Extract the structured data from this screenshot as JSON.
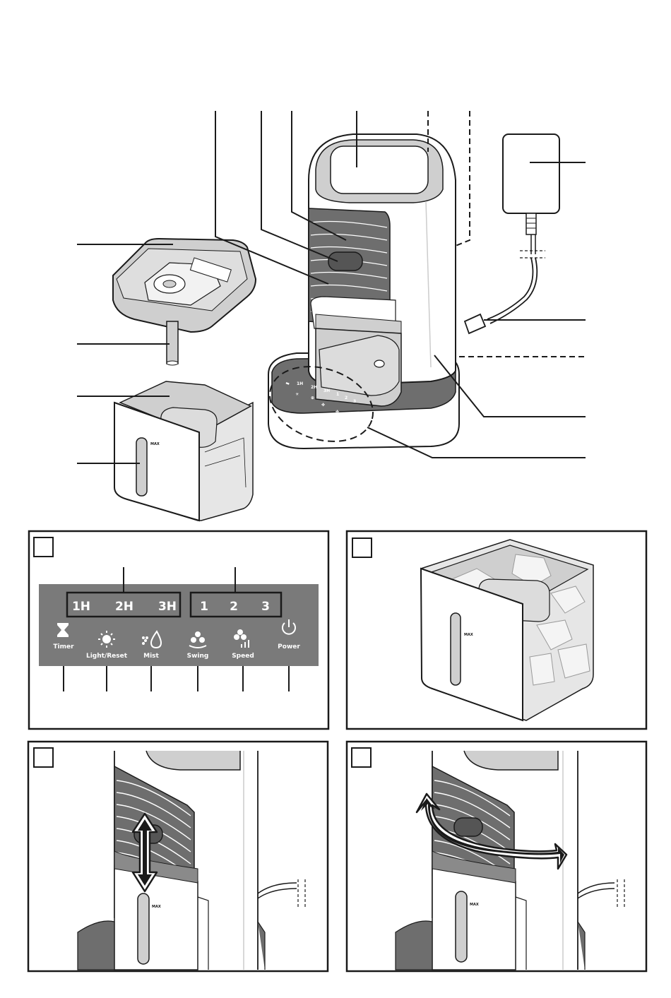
{
  "panel_b": {
    "timer_options": [
      "1H",
      "2H",
      "3H"
    ],
    "speed_options": [
      "1",
      "2",
      "3"
    ],
    "buttons": [
      {
        "label": "Timer",
        "icon": "hourglass-icon"
      },
      {
        "label": "Light/Reset",
        "icon": "sun-icon"
      },
      {
        "label": "Mist",
        "icon": "mist-drop-icon"
      },
      {
        "label": "Swing",
        "icon": "swing-fan-icon"
      },
      {
        "label": "Speed",
        "icon": "speed-fan-icon"
      },
      {
        "label": "Power",
        "icon": "power-icon"
      }
    ]
  },
  "tank_max_mark": "MAX",
  "colors": {
    "line": "#1a1a1a",
    "panel": "#7a7a7a",
    "dark_gray": "#6e6e6e",
    "light_gray": "#cfcfcf",
    "white": "#ffffff"
  }
}
